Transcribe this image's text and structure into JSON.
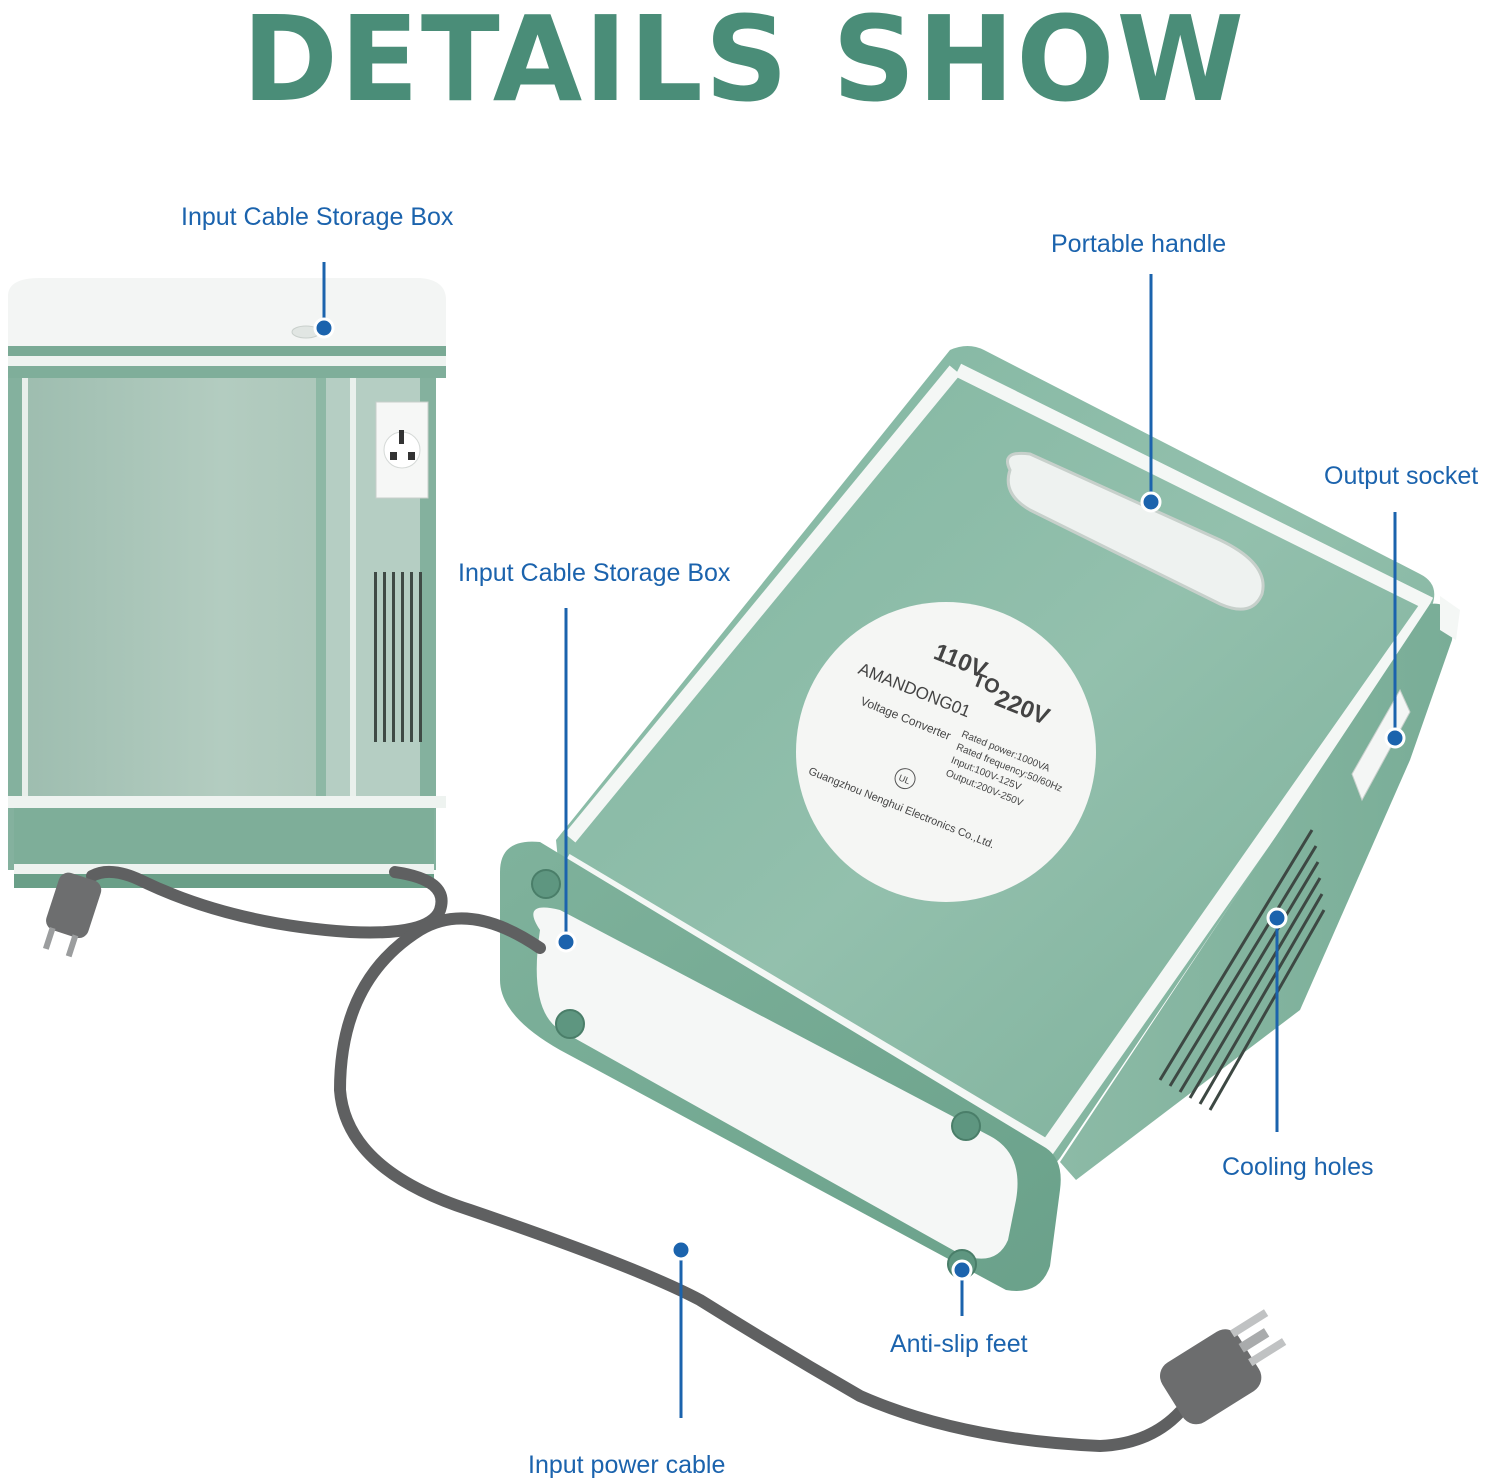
{
  "title": "DETAILS SHOW",
  "callouts": {
    "storage_box_top": "Input Cable Storage Box",
    "portable_handle": "Portable handle",
    "output_socket": "Output socket",
    "storage_box_side": "Input Cable Storage Box",
    "cooling_holes": "Cooling holes",
    "anti_slip_feet": "Anti-slip feet",
    "input_power_cable": "Input power cable"
  },
  "label_plate": {
    "headline_from": "110V",
    "headline_to_word": "TO",
    "headline_to": "220V",
    "model": "AMANDONG01",
    "product": "Voltage Converter",
    "rated_power": "Rated power:1000VA",
    "rated_frequency": "Rated frequency:50/60Hz",
    "input": "Input:100V-125V",
    "output": "Output:200V-250V",
    "manufacturer": "Guangzhou Nenghui Electronics Co.,Ltd.",
    "certification": "UL"
  },
  "colors": {
    "title": "#4a8d78",
    "callout_text": "#1b63ad",
    "leader_line": "#1b63ad",
    "body_green": "#6fa890",
    "trim_white": "#f2f5f3",
    "cable_gray": "#5f6061"
  }
}
